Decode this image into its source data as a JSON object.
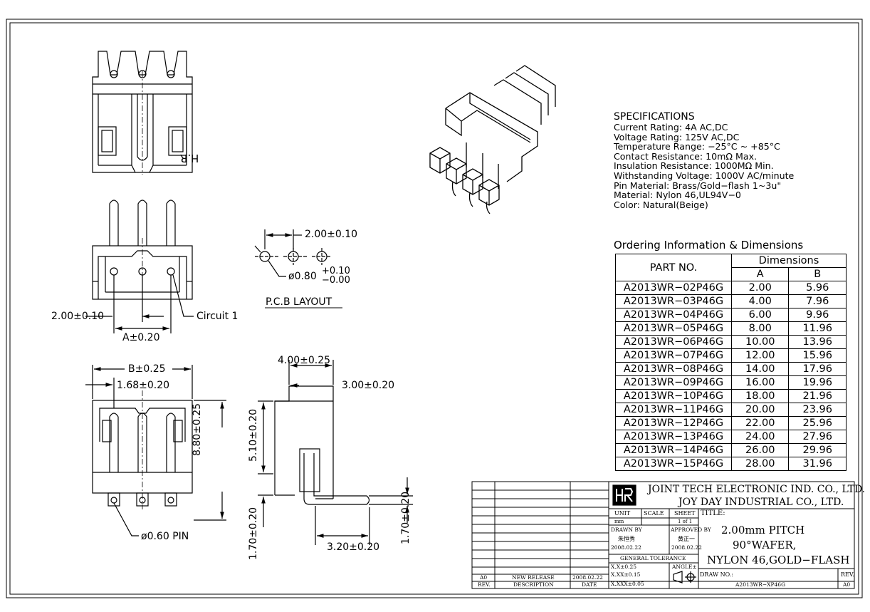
{
  "views": {
    "hr_mark": "H.R",
    "pitch_dim": "2.00±0.10",
    "circuit_label": "Circuit 1",
    "a_dim": "A±0.20",
    "pcb_pitch": "2.00±0.10",
    "pcb_hole": "ø0.80",
    "pcb_tol_plus": "+0.10",
    "pcb_tol_minus": "−0.00",
    "pcb_caption": "P.C.B LAYOUT",
    "b_dim": "B±0.25",
    "dim_168": "1.68±0.20",
    "dim_880": "8.80±0.25",
    "pin_label": "ø0.60 PIN",
    "dim_400": "4.00±0.25",
    "dim_300": "3.00±0.20",
    "dim_510": "5.10±0.20",
    "dim_170_left": "1.70±0.20",
    "dim_170_right": "1.70±0.20",
    "dim_320": "3.20±0.20"
  },
  "specs": {
    "heading": "SPECIFICATIONS",
    "lines": [
      "Current Rating: 4A AC,DC",
      "Voltage Rating: 125V AC,DC",
      "Temperature Range: −25°C ~ +85°C",
      "Contact Resistance: 10mΩ Max.",
      "Insulation Resistance: 1000MΩ Min.",
      "Withstanding Voltage: 1000V AC/minute",
      "Pin Material: Brass/Gold−flash 1~3u\"",
      "Material: Nylon 46,UL94V−0",
      "Color: Natural(Beige)"
    ]
  },
  "ordering": {
    "heading": "Ordering Information & Dimensions",
    "col_part": "PART NO.",
    "col_dims": "Dimensions",
    "col_a": "A",
    "col_b": "B",
    "rows": [
      [
        "A2013WR−02P46G",
        "2.00",
        "5.96"
      ],
      [
        "A2013WR−03P46G",
        "4.00",
        "7.96"
      ],
      [
        "A2013WR−04P46G",
        "6.00",
        "9.96"
      ],
      [
        "A2013WR−05P46G",
        "8.00",
        "11.96"
      ],
      [
        "A2013WR−06P46G",
        "10.00",
        "13.96"
      ],
      [
        "A2013WR−07P46G",
        "12.00",
        "15.96"
      ],
      [
        "A2013WR−08P46G",
        "14.00",
        "17.96"
      ],
      [
        "A2013WR−09P46G",
        "16.00",
        "19.96"
      ],
      [
        "A2013WR−10P46G",
        "18.00",
        "21.96"
      ],
      [
        "A2013WR−11P46G",
        "20.00",
        "23.96"
      ],
      [
        "A2013WR−12P46G",
        "22.00",
        "25.96"
      ],
      [
        "A2013WR−13P46G",
        "24.00",
        "27.96"
      ],
      [
        "A2013WR−14P46G",
        "26.00",
        "29.96"
      ],
      [
        "A2013WR−15P46G",
        "28.00",
        "31.96"
      ]
    ]
  },
  "title_block": {
    "company_1": "JOINT TECH ELECTRONIC IND. CO., LTD.",
    "company_2": "JOY DAY INDUSTRIAL CO., LTD.",
    "unit_label": "UNIT",
    "unit_value": "mm",
    "scale_label": "SCALE",
    "sheet_label": "SHEET",
    "sheet_value": "1 of 1",
    "title_label": "TITLE:",
    "title_1": "2.00mm PITCH",
    "title_2": "90°WAFER,",
    "title_3": "NYLON 46,GOLD−FLASH",
    "drawn_by_label": "DRAWN BY",
    "drawn_by_name": "朱恒秀",
    "drawn_date": "2008.02.22",
    "approved_label": "APPROVED BY",
    "approved_name": "黄正一",
    "approved_date": "2008.02.22",
    "tolerance_label": "GENERAL TOLERANCE",
    "tol_1": "X.X±0.25",
    "tol_2": "X.XX±0.15",
    "tol_3": "X.XXX±0.05",
    "angle_label": "ANGLE±",
    "drawing_no_label": "DRAW NO.:",
    "drawing_no": "A2013WR−XP46G",
    "rev_label": "REV.",
    "rev_value": "A0",
    "rev_row": {
      "rev": "A0",
      "description": "NEW RELEASE",
      "date": "2008.02.22"
    },
    "footer": {
      "rev": "REV.",
      "description": "DESCRIPTION",
      "date": "DATE"
    }
  }
}
